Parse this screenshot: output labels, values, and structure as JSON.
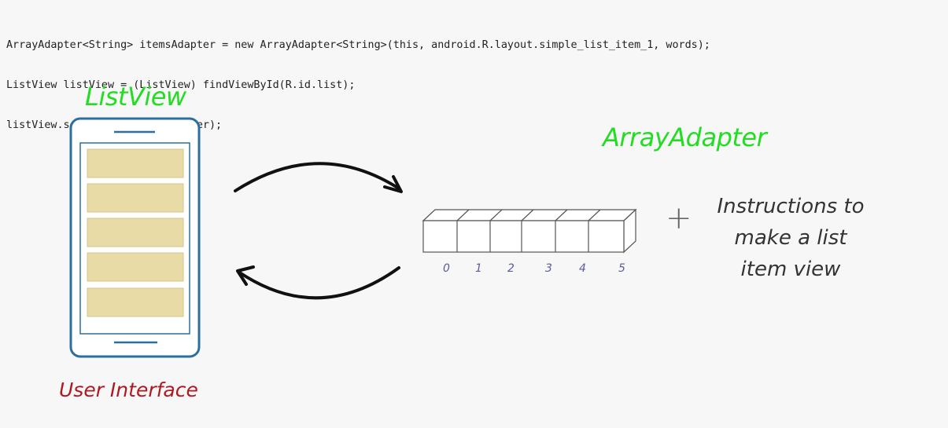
{
  "code": {
    "lines": [
      "ArrayAdapter<String> itemsAdapter = new ArrayAdapter<String>(this, android.R.layout.simple_list_item_1, words);",
      "ListView listView = (ListView) findViewById(R.id.list);",
      "listView.setAdapter(itemsAdapter);"
    ]
  },
  "labels": {
    "listview": "ListView",
    "arrayadapter": "ArrayAdapter",
    "user_interface": "User Interface",
    "plus": "+",
    "instructions": [
      "Instructions to",
      "make a list",
      "item view"
    ]
  },
  "array_indices": [
    "0",
    "1",
    "2",
    "3",
    "4",
    "5"
  ],
  "colors": {
    "green": "#22dd22",
    "red": "#b01820",
    "phone_blue": "#2c6f9e",
    "list_item": "#e9dba6",
    "index_blue": "#5a5aa0"
  }
}
